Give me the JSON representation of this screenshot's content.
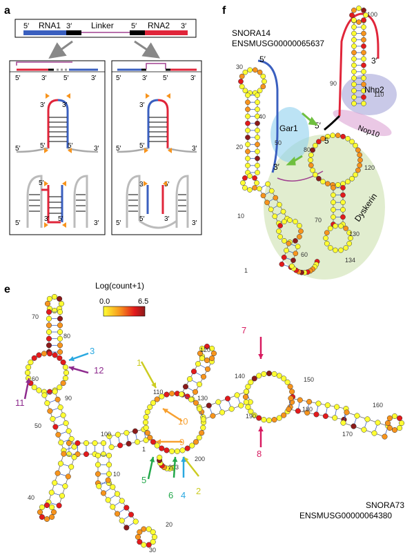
{
  "panels": {
    "a": "a",
    "e": "e",
    "f": "f"
  },
  "panel_a": {
    "rna1_label": "RNA1",
    "rna2_label": "RNA2",
    "linker_label": "Linker",
    "five_prime": "5′",
    "three_prime": "3′"
  },
  "panel_e": {
    "legend_title": "Log(count+1)",
    "legend_min": "0.0",
    "legend_max": "6.5",
    "gradient_colors": [
      "#ffff33",
      "#f7941d",
      "#e31a1c",
      "#8b1a1a"
    ],
    "snoRNA_name": "SNORA73",
    "ensembl_id": "ENSMUSG00000064380",
    "position_ticks": [
      "70",
      "80",
      "60",
      "90",
      "50",
      "100",
      "10",
      "40",
      "20",
      "30",
      "1",
      "110",
      "120",
      "130",
      "140",
      "150",
      "160",
      "170",
      "180",
      "190",
      "200",
      "203"
    ],
    "arrows": [
      {
        "label": "1",
        "color": "#cccc22"
      },
      {
        "label": "2",
        "color": "#cccc22"
      },
      {
        "label": "3",
        "color": "#29a8e0"
      },
      {
        "label": "4",
        "color": "#29a8e0"
      },
      {
        "label": "5",
        "color": "#22a84a"
      },
      {
        "label": "6",
        "color": "#22a84a"
      },
      {
        "label": "7",
        "color": "#d81b60"
      },
      {
        "label": "8",
        "color": "#d81b60"
      },
      {
        "label": "9",
        "color": "#f7a030"
      },
      {
        "label": "10",
        "color": "#f7a030"
      },
      {
        "label": "11",
        "color": "#8e2b8e"
      },
      {
        "label": "12",
        "color": "#8e2b8e"
      }
    ]
  },
  "panel_f": {
    "snoRNA_name": "SNORA14",
    "ensembl_id": "ENSMUSG00000065637",
    "proteins": [
      "Nhp2",
      "Gar1",
      "Nop10",
      "Dyskerin"
    ],
    "position_ticks": [
      "100",
      "90",
      "110",
      "30",
      "40",
      "50",
      "20",
      "80",
      "120",
      "10",
      "70",
      "130",
      "60",
      "134",
      "1"
    ],
    "strand_5": "5′",
    "strand_3": "3′",
    "five_label": "5"
  }
}
